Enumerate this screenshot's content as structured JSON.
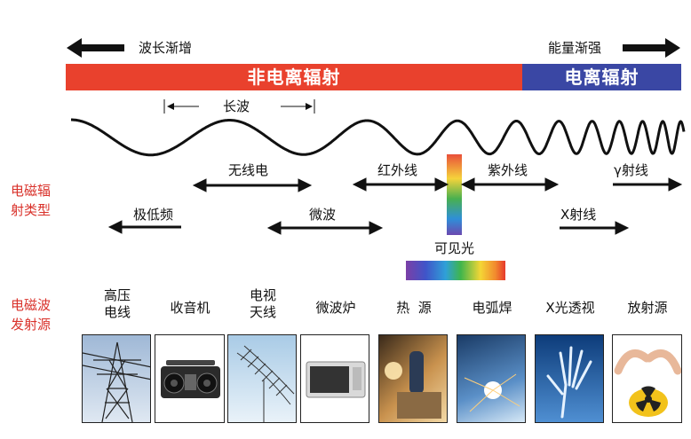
{
  "top": {
    "left_label": "波长渐增",
    "right_label": "能量渐强"
  },
  "bands": {
    "non_ionizing": "非电离辐射",
    "ionizing": "电离辐射",
    "non_ionizing_color": "#e9412d",
    "ionizing_color": "#3a47a4"
  },
  "wave": {
    "wavelength_label": "长波"
  },
  "left_labels": {
    "types": "电磁辐\n射类型",
    "sources": "电磁波\n发射源"
  },
  "types": {
    "radio": "无线电",
    "infrared": "红外线",
    "ultraviolet": "紫外线",
    "gamma": "γ射线",
    "elf": "极低频",
    "microwave": "微波",
    "xray": "X射线",
    "visible": "可见光"
  },
  "sources": [
    {
      "label": "高压\n电线",
      "icon": "power-tower-icon"
    },
    {
      "label": "收音机",
      "icon": "radio-icon"
    },
    {
      "label": "电视\n天线",
      "icon": "tv-antenna-icon"
    },
    {
      "label": "微波炉",
      "icon": "microwave-oven-icon"
    },
    {
      "label": "热  源",
      "icon": "heat-source-icon"
    },
    {
      "label": "电弧焊",
      "icon": "arc-welding-icon"
    },
    {
      "label": "X光透视",
      "icon": "xray-hand-icon"
    },
    {
      "label": "放射源",
      "icon": "radiation-source-icon"
    }
  ]
}
